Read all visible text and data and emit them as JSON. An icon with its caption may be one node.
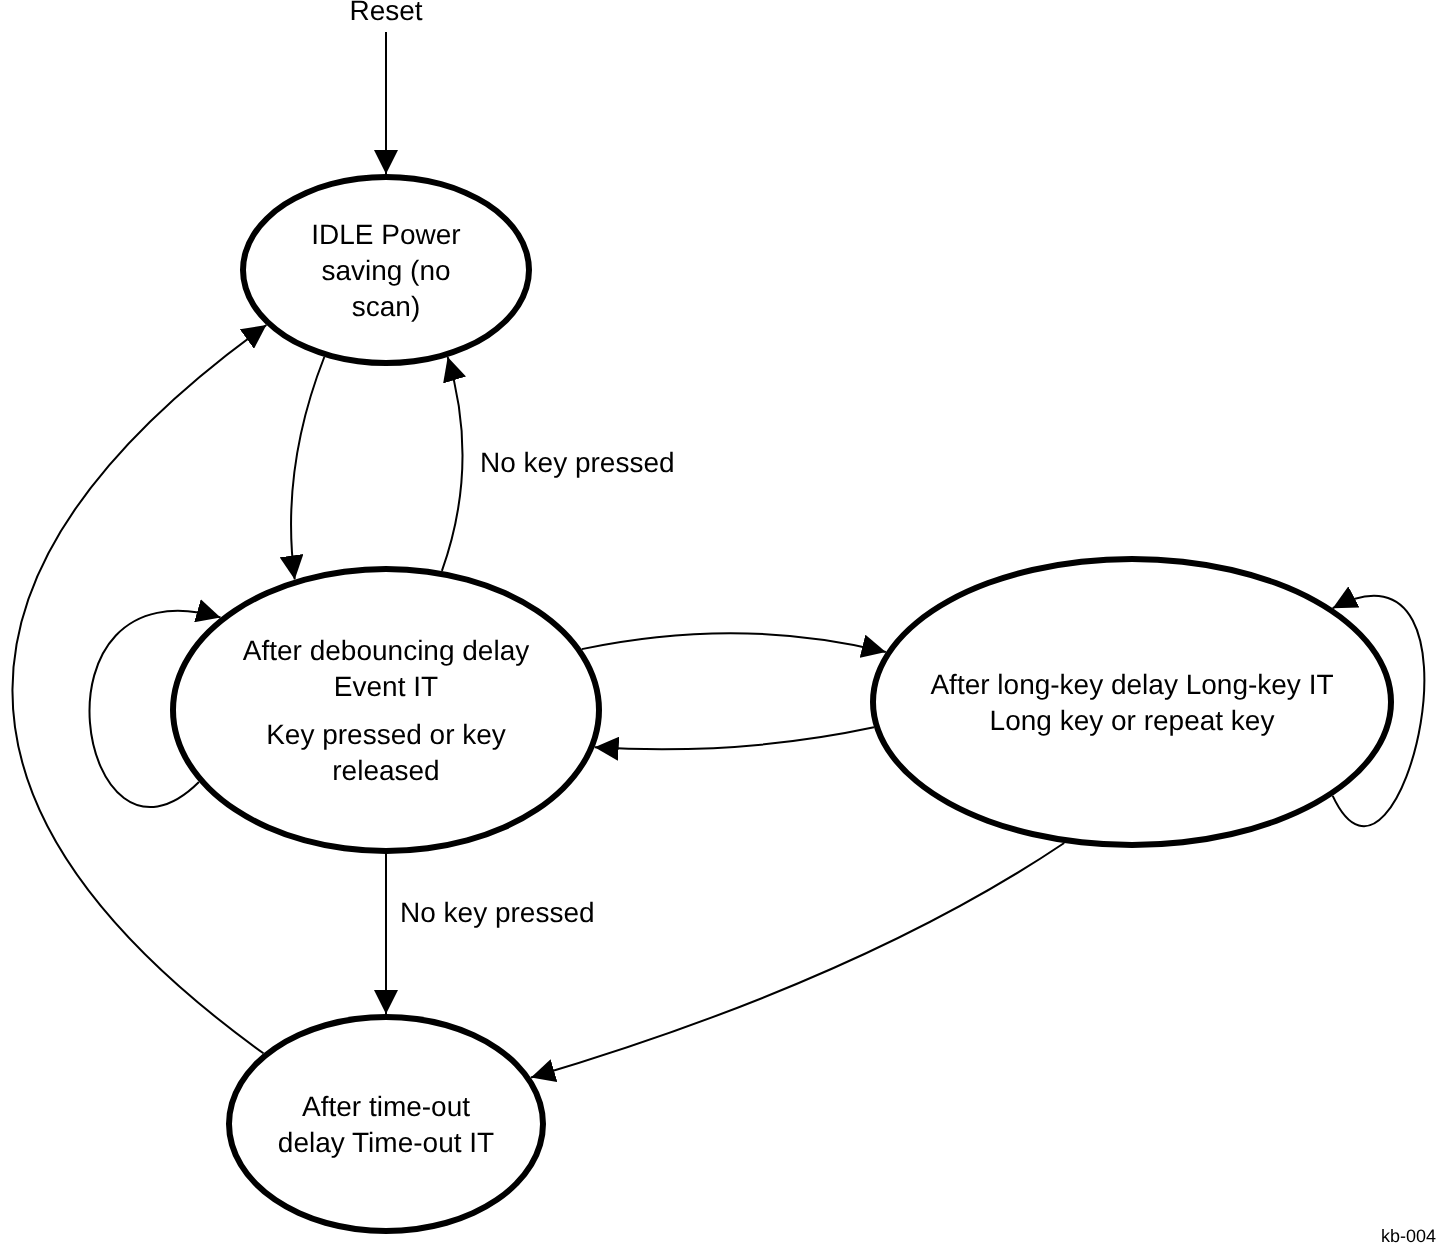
{
  "diagram": {
    "nodes": [
      {
        "text": [
          "Reset"
        ]
      },
      {
        "text": [
          "IDLE Power saving (no scan)"
        ]
      },
      {
        "text": [
          "After debouncing delay Event IT",
          "Key pressed or key released"
        ]
      },
      {
        "text": [
          "After long-key delay Long-key IT Long key or repeat key"
        ]
      },
      {
        "text": [
          "After time-out delay Time-out IT"
        ]
      }
    ],
    "edges": [
      {
        "from": 0,
        "to": 1,
        "arrow": "to"
      },
      {
        "from": 1,
        "to": 2,
        "arrow": "to"
      },
      {
        "from": 2,
        "to": 1,
        "arrow": "to",
        "label": "No key pressed"
      },
      {
        "from": 2,
        "to": 2,
        "arrow": "to"
      },
      {
        "from": 2,
        "to": 3,
        "arrow": "to"
      },
      {
        "from": 3,
        "to": 2,
        "arrow": "to"
      },
      {
        "from": 3,
        "to": 3,
        "arrow": "to"
      },
      {
        "from": 2,
        "to": 4,
        "arrow": "to",
        "label": "No key pressed"
      },
      {
        "from": 3,
        "to": 4,
        "arrow": "to"
      },
      {
        "from": 4,
        "to": 1,
        "arrow": "to"
      }
    ],
    "labels": [
      "kb-004"
    ]
  }
}
